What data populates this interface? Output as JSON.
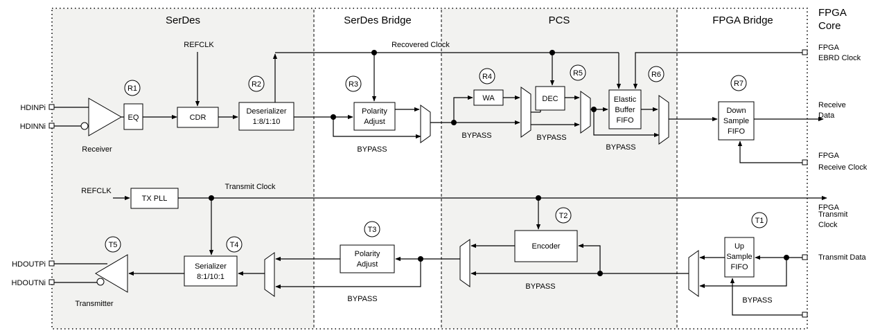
{
  "sections": {
    "serdes": "SerDes",
    "serdes_bridge": "SerDes Bridge",
    "pcs": "PCS",
    "fpga_bridge": "FPGA Bridge",
    "fpga_core": [
      "FPGA",
      "Core"
    ]
  },
  "blocks": {
    "eq": "EQ",
    "cdr": "CDR",
    "deserializer": [
      "Deserializer",
      "1:8/1:10"
    ],
    "rx_polarity": [
      "Polarity",
      "Adjust"
    ],
    "wa": "WA",
    "dec": "DEC",
    "elastic_buffer": [
      "Elastic",
      "Buffer",
      "FIFO"
    ],
    "down_sample": [
      "Down",
      "Sample",
      "FIFO"
    ],
    "tx_pll": "TX PLL",
    "serializer": [
      "Serializer",
      "8:1/10:1"
    ],
    "tx_polarity": [
      "Polarity",
      "Adjust"
    ],
    "encoder": "Encoder",
    "up_sample": [
      "Up",
      "Sample",
      "FIFO"
    ]
  },
  "refs": {
    "r1": "R1",
    "r2": "R2",
    "r3": "R3",
    "r4": "R4",
    "r5": "R5",
    "r6": "R6",
    "r7": "R7",
    "t1": "T1",
    "t2": "T2",
    "t3": "T3",
    "t4": "T4",
    "t5": "T5"
  },
  "labels": {
    "refclk_rx": "REFCLK",
    "refclk_tx": "REFCLK",
    "recovered_clock": "Recovered Clock",
    "transmit_clock": "Transmit Clock",
    "receiver": "Receiver",
    "transmitter": "Transmitter",
    "bypass_bridge_rx": "BYPASS",
    "bypass_wa": "BYPASS",
    "bypass_dec": "BYPASS",
    "bypass_eb": "BYPASS",
    "bypass_tx_pcs": "BYPASS",
    "bypass_tx_bridge": "BYPASS",
    "bypass_upsample": "BYPASS"
  },
  "ports": {
    "hdinp": "HDINPi",
    "hdinn": "HDINNi",
    "hdoutp": "HDOUTPi",
    "hdoutn": "HDOUTNi",
    "ebrd_clock": [
      "FPGA",
      "EBRD Clock"
    ],
    "receive_data": [
      "Receive",
      "Data"
    ],
    "rx_clock": [
      "FPGA",
      "Receive Clock"
    ],
    "tx_clock": [
      "FPGA",
      "Transmit",
      "Clock"
    ],
    "transmit_data": "Transmit Data"
  }
}
